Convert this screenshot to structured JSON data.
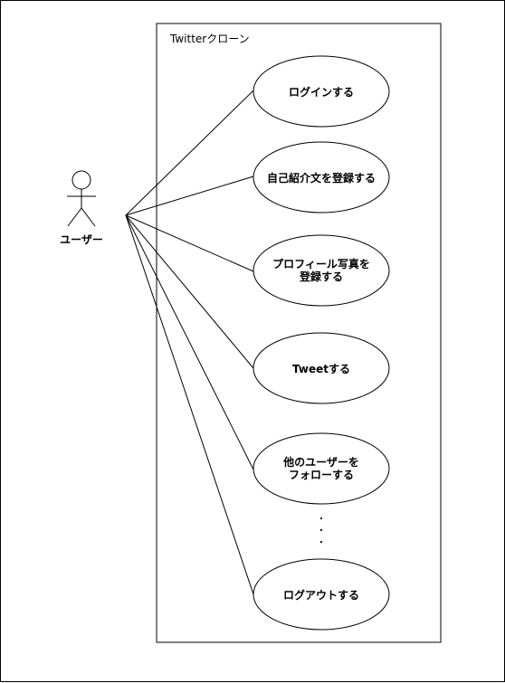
{
  "system": {
    "title": "Twitterクローン"
  },
  "actor": {
    "label": "ユーザー"
  },
  "use_cases": [
    {
      "name": "uc-login",
      "lines": [
        "ログインする"
      ]
    },
    {
      "name": "uc-register-bio",
      "lines": [
        "自己紹介文を登録する"
      ]
    },
    {
      "name": "uc-register-photo",
      "lines": [
        "プロフィール写真を",
        "登録する"
      ]
    },
    {
      "name": "uc-tweet",
      "lines": [
        "Tweetする"
      ]
    },
    {
      "name": "uc-follow",
      "lines": [
        "他のユーザーを",
        "フォローする"
      ]
    },
    {
      "name": "uc-logout",
      "lines": [
        "ログアウトする"
      ]
    }
  ],
  "ellipsis": ".\n.\n."
}
